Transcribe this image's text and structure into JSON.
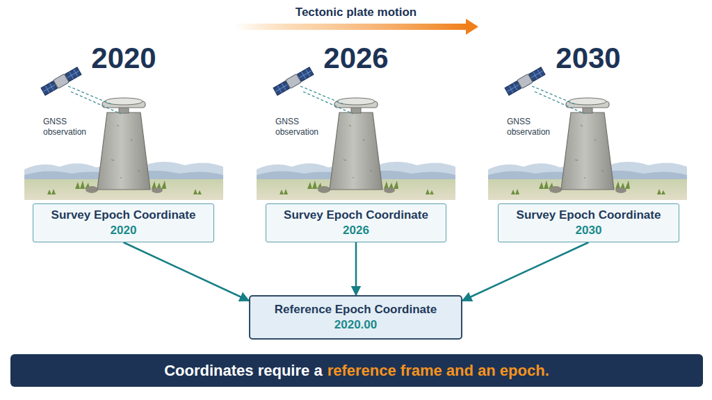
{
  "diagram": {
    "nodes": [
      {
        "text": [
          "Survey Epoch Coordinate",
          "2020"
        ]
      },
      {
        "text": [
          "Survey Epoch Coordinate",
          "2026"
        ]
      },
      {
        "text": [
          "Survey Epoch Coordinate",
          "2030"
        ]
      },
      {
        "text": [
          "Reference Epoch Coordinate",
          "2020.00"
        ]
      }
    ],
    "edges": [
      {
        "from": 0,
        "to": 3,
        "arrow": "to"
      },
      {
        "from": 1,
        "to": 3,
        "arrow": "to"
      },
      {
        "from": 2,
        "to": 3,
        "arrow": "to"
      }
    ],
    "labels": [
      "Tectonic plate motion",
      "2020",
      "GNSS observation",
      "2026",
      "GNSS observation",
      "2030",
      "GNSS observation",
      "Coordinates require a",
      "reference frame and an epoch."
    ]
  }
}
